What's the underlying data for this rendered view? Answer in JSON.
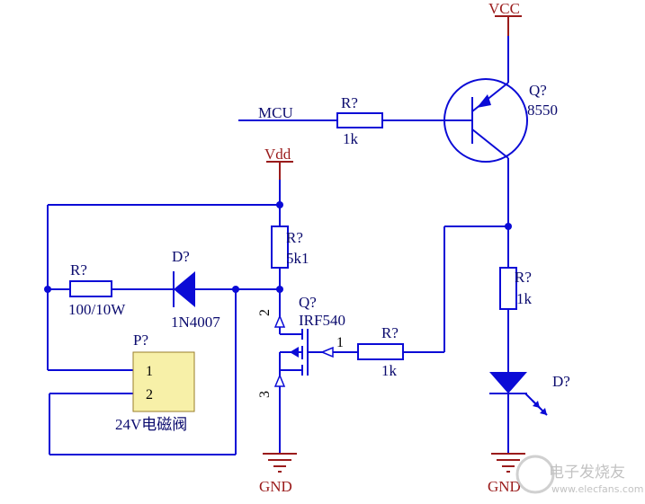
{
  "power": {
    "vcc": "VCC",
    "vdd": "Vdd",
    "gnd_left": "GND",
    "gnd_right": "GND"
  },
  "net": {
    "mcu": "MCU"
  },
  "transistor_q1": {
    "designator": "Q?",
    "value": "8550"
  },
  "resistor_base": {
    "designator": "R?",
    "value": "1k"
  },
  "resistor_pullup": {
    "designator": "R?",
    "value": "5k1"
  },
  "resistor_series": {
    "designator": "R?",
    "value": "100/10W"
  },
  "diode_flyback": {
    "designator": "D?",
    "value": "1N4007"
  },
  "mosfet_q2": {
    "designator": "Q?",
    "value": "IRF540",
    "pin_drain": "2",
    "pin_gate": "1",
    "pin_source": "3"
  },
  "resistor_gate": {
    "designator": "R?",
    "value": "1k"
  },
  "resistor_led": {
    "designator": "R?",
    "value": "1k"
  },
  "led": {
    "designator": "D?"
  },
  "connector_p": {
    "designator": "P?",
    "pin1": "1",
    "pin2": "2",
    "value": "24V电磁阀"
  },
  "watermark": {
    "line1": "电子发烧友",
    "line2": "www.elecfans.com"
  },
  "colors": {
    "wire": "#0b0bd6",
    "power": "#9a1b1b",
    "connector_fill": "#f7f0a8",
    "text": "#0b0b6e"
  }
}
